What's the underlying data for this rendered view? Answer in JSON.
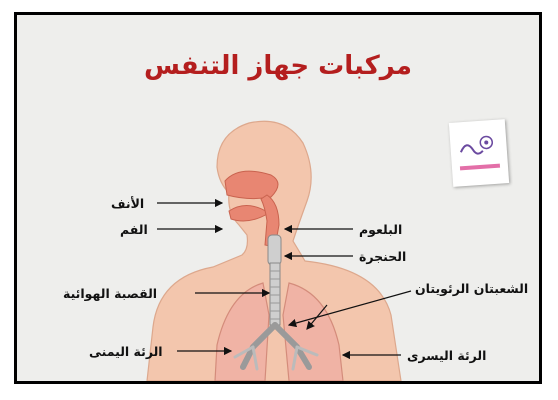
{
  "title": "مركبات جهاز التنفس",
  "labels": {
    "nose": "الأنف",
    "mouth": "الفم",
    "pharynx": "البلعوم",
    "larynx": "الحنجرة",
    "trachea": "القصبة الهوائية",
    "bronchi": "الشعبتان الرئويتان",
    "right_lung": "الرئة اليمنى",
    "left_lung": "الرئة اليسرى"
  },
  "colors": {
    "title": "#b41e1e",
    "skin": "#f3c6ad",
    "lung": "#f0b3a5",
    "airway": "#cfcfcf",
    "background": "#eeeeec"
  },
  "logo": {
    "icon": "logo-icon"
  }
}
